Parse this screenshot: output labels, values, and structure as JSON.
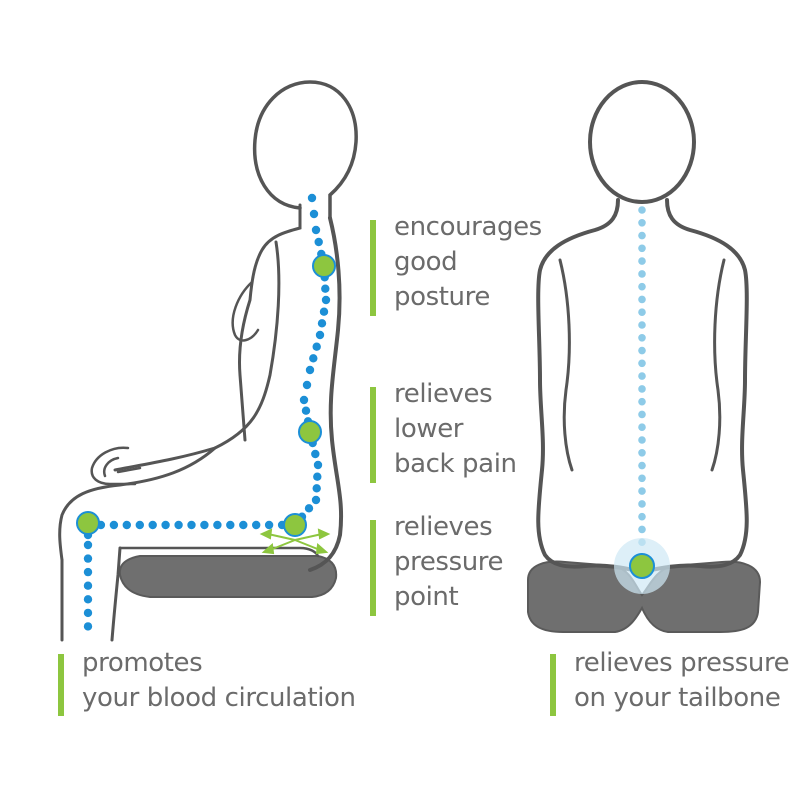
{
  "labels": {
    "posture": [
      "encourages",
      "good",
      "posture"
    ],
    "lower_back": [
      "relieves",
      "lower",
      "back pain"
    ],
    "pressure_point": [
      "relieves",
      "pressure",
      "point"
    ],
    "circulation": [
      "promotes",
      "your blood circulation"
    ],
    "tailbone": [
      "relieves pressure",
      "on your tailbone"
    ]
  },
  "colors": {
    "outline": "#555555",
    "cushion": "#6f6f6f",
    "side_spine_dots": "#1c8fd6",
    "back_spine_dots": "#8ecbe8",
    "pressure_nodes": "#8dc63f",
    "accent_bar": "#8dc63f",
    "text": "#6b6b6b"
  }
}
